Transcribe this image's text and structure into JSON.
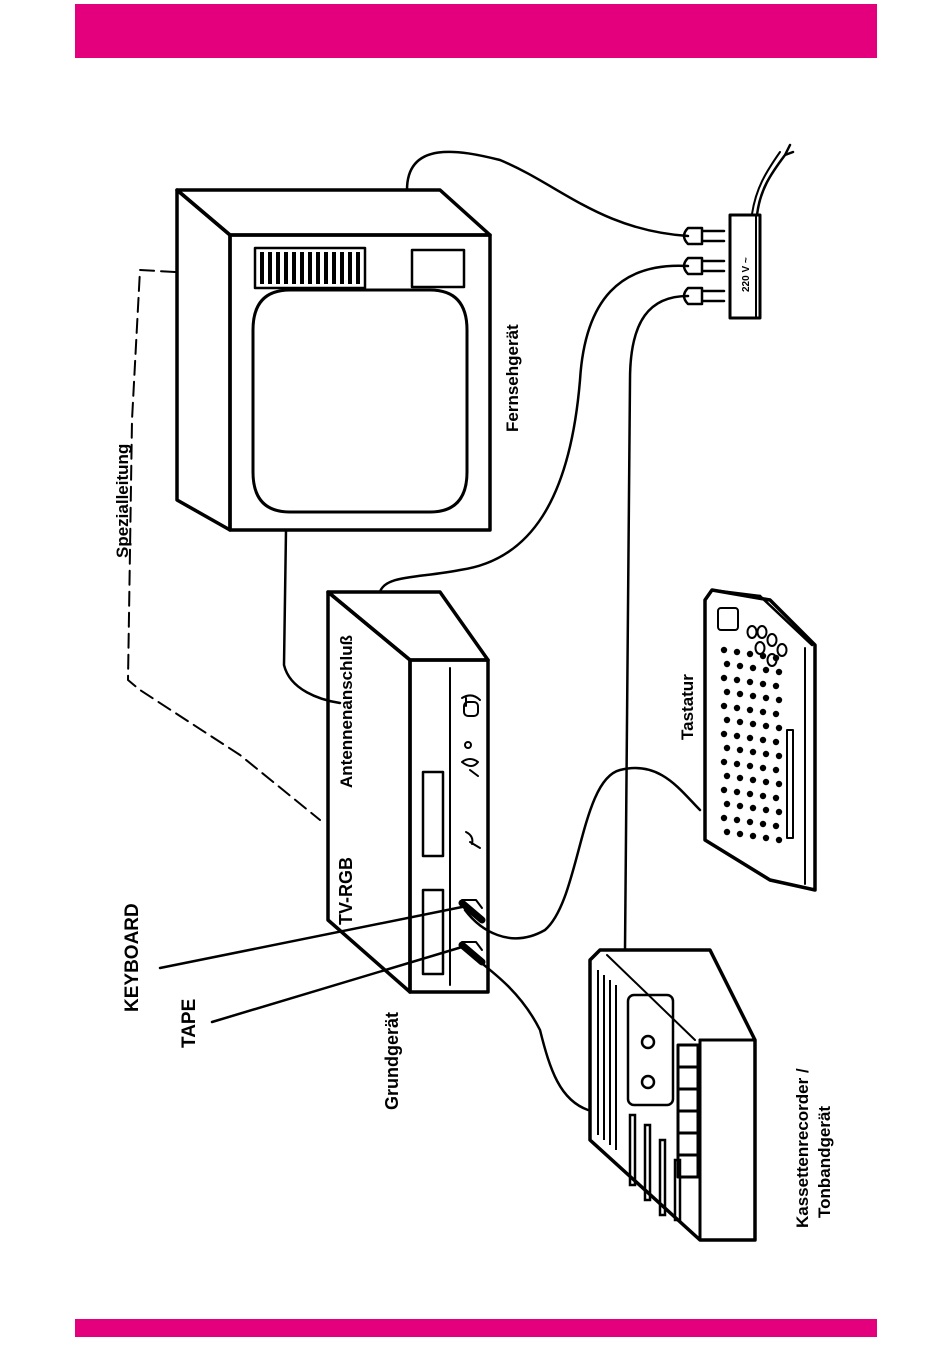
{
  "colors": {
    "accent_bar": "#e4007c",
    "ink": "#000000",
    "paper": "#ffffff"
  },
  "labels": {
    "keyboard": "KEYBOARD",
    "tape": "TAPE",
    "grundgeraet": "Grundgerät",
    "tv_rgb": "TV-RGB",
    "antennenanschluss": "Antennenanschluß",
    "spezialleitung": "Spezialleitung",
    "fernsehgeraet": "Fernsehgerät",
    "tastatur": "Tastatur",
    "kassettenrecorder_line1": "Kassettenrecorder /",
    "kassettenrecorder_line2": "Tonbandgerät",
    "power_strip": "220 V ~"
  }
}
